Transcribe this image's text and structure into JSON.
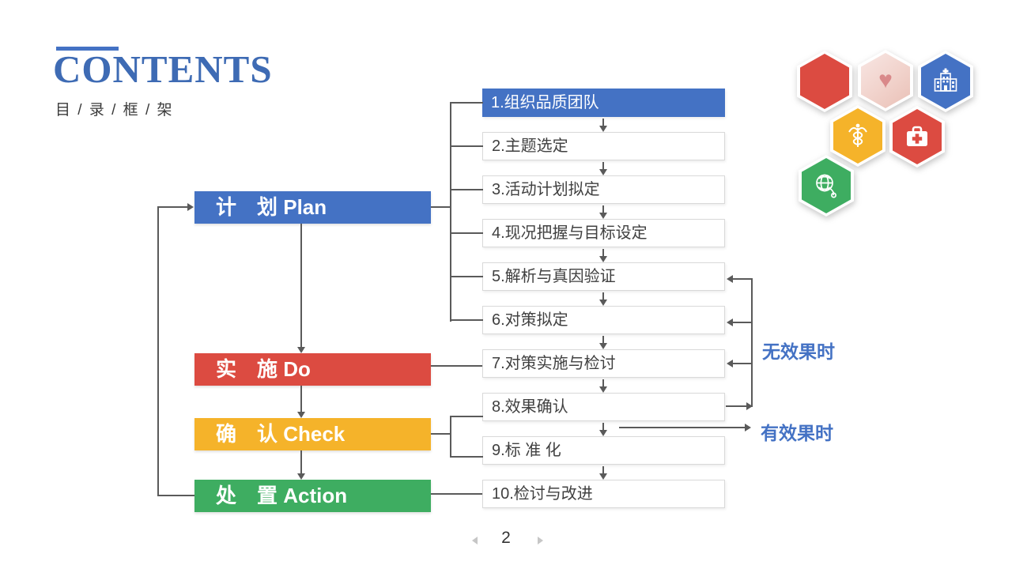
{
  "header": {
    "title": "CONTENTS",
    "subtitle": "目 / 录 / 框 / 架"
  },
  "theme": {
    "blue": "#4472C4",
    "red": "#DC4B41",
    "yellow": "#F5B32A",
    "green": "#3EAD61",
    "line_gray": "#5A5A5A",
    "title_blue": "#3E6BB4"
  },
  "pdca": {
    "bars": [
      {
        "key": "plan",
        "label": "计　划 Plan",
        "color": "#4472C4"
      },
      {
        "key": "do",
        "label": "实　施 Do",
        "color": "#DC4B41"
      },
      {
        "key": "check",
        "label": "确　认 Check",
        "color": "#F5B32A"
      },
      {
        "key": "action",
        "label": "处　置 Action",
        "color": "#3EAD61"
      }
    ],
    "steps": [
      {
        "label": "1.组织品质团队",
        "highlight": true
      },
      {
        "label": "2.主题选定"
      },
      {
        "label": "3.活动计划拟定"
      },
      {
        "label": "4.现况把握与目标设定"
      },
      {
        "label": "5.解析与真因验证"
      },
      {
        "label": "6.对策拟定"
      },
      {
        "label": "7.对策实施与检讨"
      },
      {
        "label": "8.效果确认"
      },
      {
        "label": "9.标 准 化"
      },
      {
        "label": "10.检讨与改进"
      }
    ],
    "branch_labels": {
      "no_effect": "无效果时",
      "effective": "有效果时",
      "color": "#4472C4"
    }
  },
  "hexagons": [
    {
      "name": "plain-red-hexagon",
      "icon": "none",
      "color": "#DC4B41"
    },
    {
      "name": "hands-heart-photo-hexagon",
      "icon": "hands-heart-photo",
      "color": "#F1D2CB"
    },
    {
      "name": "hospital-hexagon",
      "icon": "hospital-icon",
      "color": "#4472C4"
    },
    {
      "name": "caduceus-hexagon",
      "icon": "caduceus-icon",
      "color": "#F5B32A"
    },
    {
      "name": "first-aid-kit-hexagon",
      "icon": "first-aid-kit-icon",
      "color": "#DC4B41"
    },
    {
      "name": "globe-stethoscope-hexagon",
      "icon": "globe-stethoscope-icon",
      "color": "#3EAD61"
    }
  ],
  "footer": {
    "page_number": "2"
  }
}
